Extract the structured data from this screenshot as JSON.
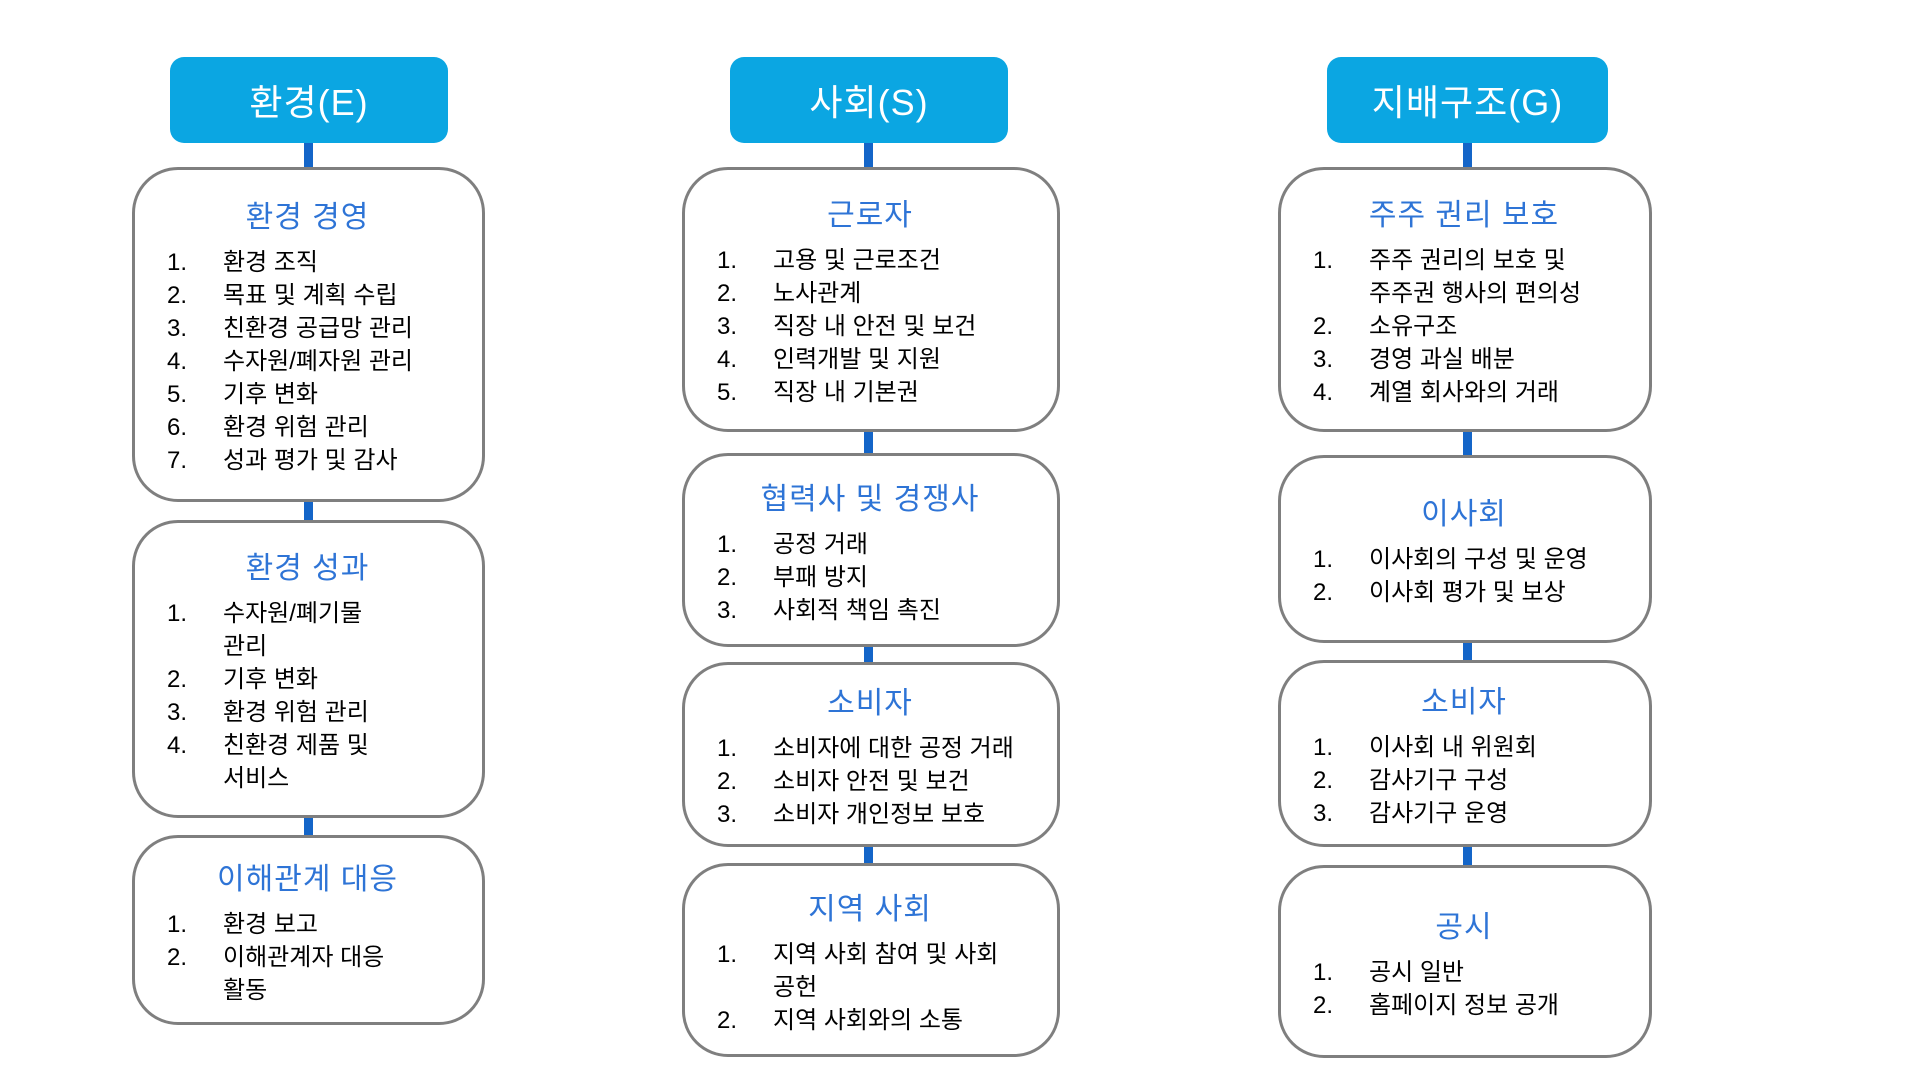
{
  "colors": {
    "header_fill": "#0BA6E2",
    "header_text": "#FFFFFF",
    "connector": "#1465C8",
    "box_border": "#7F7F7F",
    "title_blue": "#2E74D6",
    "item_text": "#000000",
    "background": "#FFFFFF"
  },
  "columns": [
    {
      "header": "환경(E)",
      "boxes": [
        {
          "title": "환경 경영",
          "items": [
            "환경 조직",
            "목표 및 계획 수립",
            "친환경 공급망 관리",
            "수자원/폐자원 관리",
            "기후 변화",
            "환경 위험 관리",
            "성과 평가 및 감사"
          ]
        },
        {
          "title": "환경 성과",
          "items": [
            "수자원/폐기물\n관리",
            "기후 변화",
            "환경 위험 관리",
            "친환경 제품 및\n서비스"
          ]
        },
        {
          "title": "이해관계 대응",
          "items": [
            "환경 보고",
            "이해관계자 대응\n활동"
          ]
        }
      ]
    },
    {
      "header": "사회(S)",
      "boxes": [
        {
          "title": "근로자",
          "items": [
            "고용 및 근로조건",
            "노사관계",
            "직장 내 안전 및 보건",
            "인력개발 및 지원",
            "직장 내 기본권"
          ]
        },
        {
          "title": "협력사 및 경쟁사",
          "items": [
            "공정 거래",
            "부패 방지",
            "사회적 책임 촉진"
          ]
        },
        {
          "title": "소비자",
          "items": [
            "소비자에 대한 공정 거래",
            "소비자 안전 및 보건",
            "소비자 개인정보 보호"
          ]
        },
        {
          "title": "지역 사회",
          "items": [
            "지역 사회 참여 및 사회\n공헌",
            "지역 사회와의 소통"
          ]
        }
      ]
    },
    {
      "header": "지배구조(G)",
      "boxes": [
        {
          "title": "주주 권리 보호",
          "items": [
            "주주 권리의 보호 및\n주주권 행사의 편의성",
            "소유구조",
            "경영 과실 배분",
            "계열 회사와의 거래"
          ]
        },
        {
          "title": "이사회",
          "items": [
            "이사회의 구성 및 운영",
            "이사회 평가 및 보상"
          ]
        },
        {
          "title": "소비자",
          "items": [
            "이사회 내 위원회",
            "감사기구 구성",
            "감사기구 운영"
          ]
        },
        {
          "title": "공시",
          "items": [
            "공시 일반",
            "홈페이지 정보 공개"
          ]
        }
      ]
    }
  ]
}
